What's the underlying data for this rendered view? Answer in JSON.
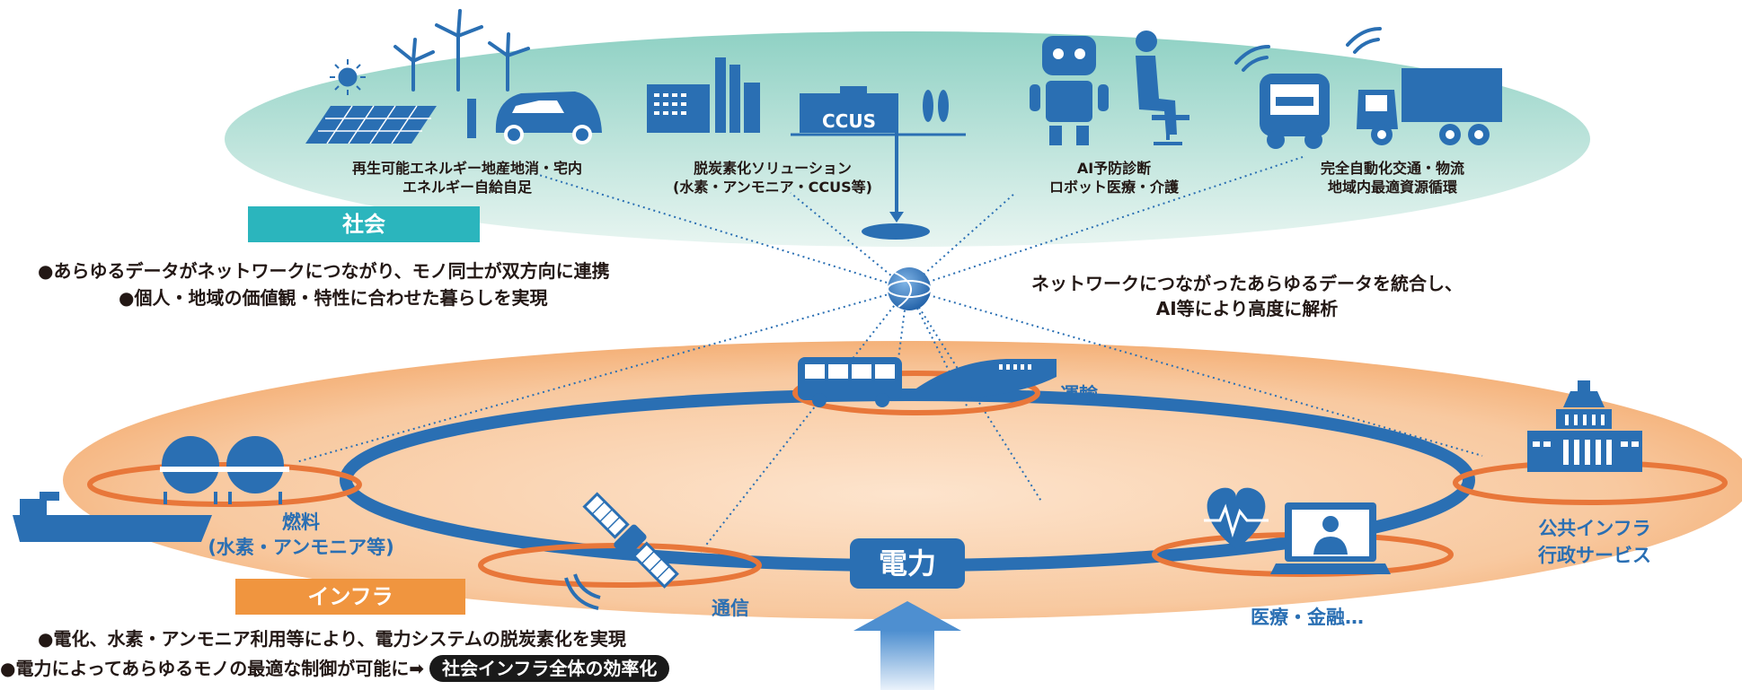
{
  "colors": {
    "society_oval": "#bfe3dc",
    "infra_oval": "#f6c79a",
    "ring": "#2a6fb3",
    "hub_ring": "#e8773a",
    "icon_blue": "#2a6fb3",
    "society_tag": "#2bb5bd",
    "infra_tag": "#f0953f",
    "dark_pill": "#1a1a1a"
  },
  "header_partial": "",
  "society": {
    "tag": "社会",
    "items": [
      {
        "line1": "再生可能エネルギー地産地消・宅内",
        "line2": "エネルギー自給自足",
        "icons": [
          "sun-icon",
          "wind-turbine-icon",
          "solar-panel-icon",
          "electric-car-icon"
        ]
      },
      {
        "line1": "脱炭素化ソリューション",
        "line2": "(水素・アンモニア・CCUS等)",
        "icons": [
          "factory-icon",
          "ccus-facility-icon"
        ],
        "ccus_label": "CCUS"
      },
      {
        "line1": "AI予防診断",
        "line2": "ロボット医療・介護",
        "icons": [
          "robot-icon",
          "person-seated-icon"
        ]
      },
      {
        "line1": "完全自動化交通・物流",
        "line2": "地域内最適資源循環",
        "icons": [
          "wifi-icon",
          "autonomous-vehicle-icon",
          "truck-icon"
        ]
      }
    ],
    "bullets": [
      "●あらゆるデータがネットワークにつながり、モノ同士が双方向に連携",
      "●個人・地域の価値観・特性に合わせた暮らしを実現"
    ]
  },
  "network": {
    "text_line1": "ネットワークにつながったあらゆるデータを統合し、",
    "text_line2": "AI等により高度に解析"
  },
  "infra": {
    "tag": "インフラ",
    "center_label": "電力",
    "nodes": {
      "transport": "運輸",
      "fuel_line1": "燃料",
      "fuel_line2": "(水素・アンモニア等)",
      "telecom": "通信",
      "medical": "医療・金融…",
      "public_line1": "公共インフラ",
      "public_line2": "行政サービス"
    },
    "bullets": [
      "●電化、水素・アンモニア利用等により、電力システムの脱炭素化を実現",
      "●電力によってあらゆるモノの最適な制御が可能に➡"
    ],
    "pill": "社会インフラ全体の効率化"
  }
}
